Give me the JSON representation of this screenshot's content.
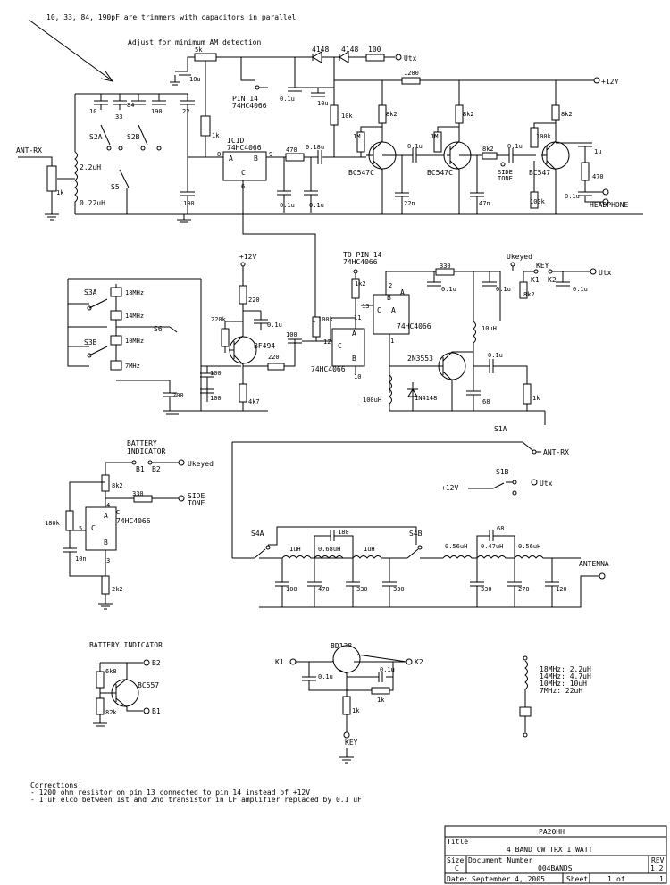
{
  "top_note": "10, 33, 84, 190pF are trimmers with capacitors in parallel",
  "adjust_note": "Adjust for minimum AM detection",
  "pin14_label": [
    "PIN 14",
    "74HC4066"
  ],
  "to_pin14_label": [
    "TO PIN 14",
    "74HC4066"
  ],
  "ic1d_label": [
    "IC1D",
    "74HC4066"
  ],
  "ant_rx_label": "ANT-RX",
  "ant_rx_label2": "ANT-RX",
  "supply_12v": "+12V",
  "utx": "Utx",
  "ukeyed": "Ukeyed",
  "key": "KEY",
  "k1": "K1",
  "k2": "K2",
  "headphone": "HEADPHONE",
  "side_tone": [
    "SIDE",
    "TONE"
  ],
  "antenna": "ANTENNA",
  "transistors": [
    "BC547C",
    "BC547C",
    "BC547",
    "BF494",
    "2N3553",
    "BC557",
    "BD138"
  ],
  "diodes": [
    "4148",
    "4148",
    "1N4148"
  ],
  "switches": [
    "S2A",
    "S2B",
    "S5",
    "S3A",
    "S3B",
    "S6",
    "S1A",
    "S1B",
    "S4A",
    "S4B"
  ],
  "crystals": [
    "18MHz",
    "14MHz",
    "10MHz",
    "7MHz"
  ],
  "battery_indicator_1": [
    "BATTERY",
    "INDICATOR"
  ],
  "battery_indicator_2": "BATTERY INDICATOR",
  "b1": "B1",
  "b2": "B2",
  "inductor_table": [
    "18MHz: 2.2uH",
    "14MHz: 4.7uH",
    "10MHz: 10uH",
    "7MHz: 22uH"
  ],
  "corrections": [
    "Corrections:",
    "- 1200 ohm resistor on pin 13 connected to pin 14 instead of +12V",
    "- 1 uF elco between 1st and 2nd transistor in LF amplifier replaced by 0.1 uF"
  ],
  "title_block": {
    "company": "PA20HH",
    "title_label": "Title",
    "title": "4 BAND CW TRX 1 WATT",
    "size_label": "Size",
    "size": "C",
    "doc_label": "Document Number",
    "doc": "004BANDS",
    "rev_label": "REV",
    "rev": "1.2",
    "date_label": "Date:",
    "date": "September  4, 2005",
    "sheet_label": "Sheet",
    "sheet": "1",
    "of_label": "of",
    "of": "1"
  }
}
